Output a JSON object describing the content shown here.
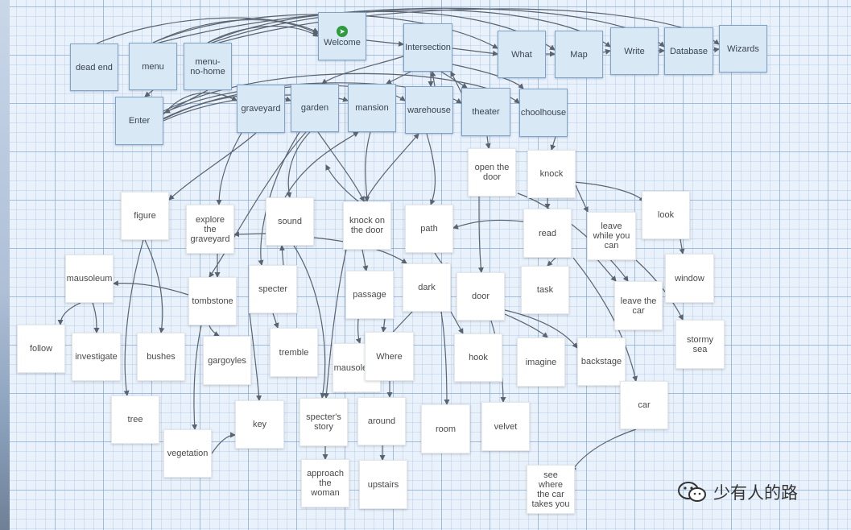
{
  "nodes": {
    "dead_end": "dead end",
    "menu": "menu",
    "menu_no_home": "menu-\nno-home",
    "welcome": "Welcome",
    "intersection": "Intersection",
    "what": "What",
    "map": "Map",
    "write": "Write",
    "database": "Database",
    "wizards": "Wizards",
    "enter": "Enter",
    "graveyard": "graveyard",
    "garden": "garden",
    "mansion": "mansion",
    "warehouse": "warehouse",
    "theater": "theater",
    "schoolhouse": "choolhouse",
    "open_the_door": "open the\ndoor",
    "knock": "knock",
    "figure": "figure",
    "explore_the_graveyard": "explore\nthe\ngraveyard",
    "sound": "sound",
    "knock_on_the_door": "knock on\nthe door",
    "path": "path",
    "read": "read",
    "leave_while_you_can": "leave\nwhile you\ncan",
    "look": "look",
    "mausoleum_1": "mausoleum",
    "tombstone": "tombstone",
    "specter": "specter",
    "passage": "passage",
    "dark": "dark",
    "door": "door",
    "task": "task",
    "leave_the_car": "leave the\ncar",
    "window": "window",
    "follow": "follow",
    "investigate": "investigate",
    "bushes": "bushes",
    "gargoyles": "gargoyles",
    "tremble": "tremble",
    "mausoleum_2": "mausoleum",
    "where": "Where",
    "hook": "hook",
    "imagine": "imagine",
    "backstage": "backstage",
    "stormy_sea": "stormy\nsea",
    "tree": "tree",
    "key": "key",
    "specters_story": "specter's\nstory",
    "around": "around",
    "room": "room",
    "velvet": "velvet",
    "car": "car",
    "vegetation": "vegetation",
    "approach_the_woman": "approach\nthe\nwoman",
    "upstairs": "upstairs",
    "see_where_the_car_takes_you": "see\nwhere\nthe car\ntakes you"
  },
  "icons": {
    "start_icon": "rocket-icon",
    "watermark_icon": "wechat-icon"
  },
  "watermark": {
    "text": "少有人的路"
  },
  "colors": {
    "blue_node": "#d8e8f5",
    "blue_border": "#7ea3c4",
    "start_green": "#2e9b3e",
    "edge": "#5a6470",
    "background": "#e9f1fa"
  }
}
